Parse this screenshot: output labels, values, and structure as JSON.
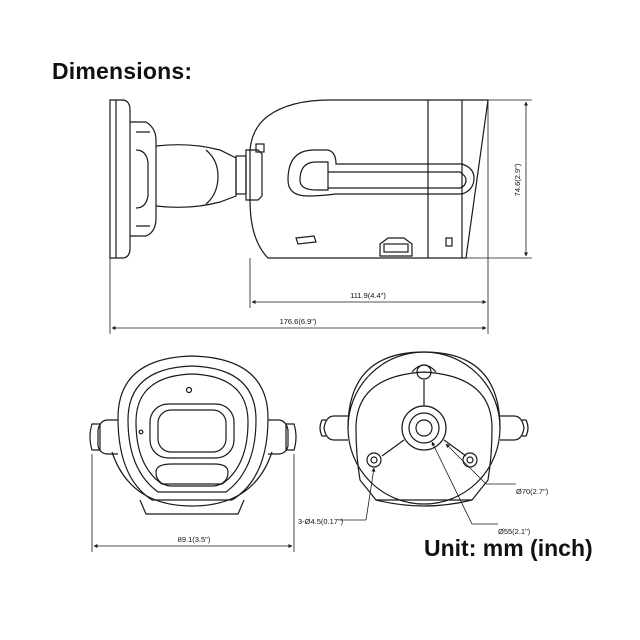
{
  "heading": "Dimensions:",
  "unit_note": "Unit: mm (inch)",
  "dimensions": {
    "height": "74.6(2.9\")",
    "body_length": "111.9(4.4\")",
    "total_length": "176.6(6.9\")",
    "width": "89.1(3.5\")",
    "diameter_outer": "Ø70(2.7\")",
    "diameter_inner": "Ø55(2.1\")",
    "screw_holes": "3-Ø4.5(0.17\")"
  },
  "colors": {
    "line": "#1a1a1a",
    "text": "#111111"
  }
}
